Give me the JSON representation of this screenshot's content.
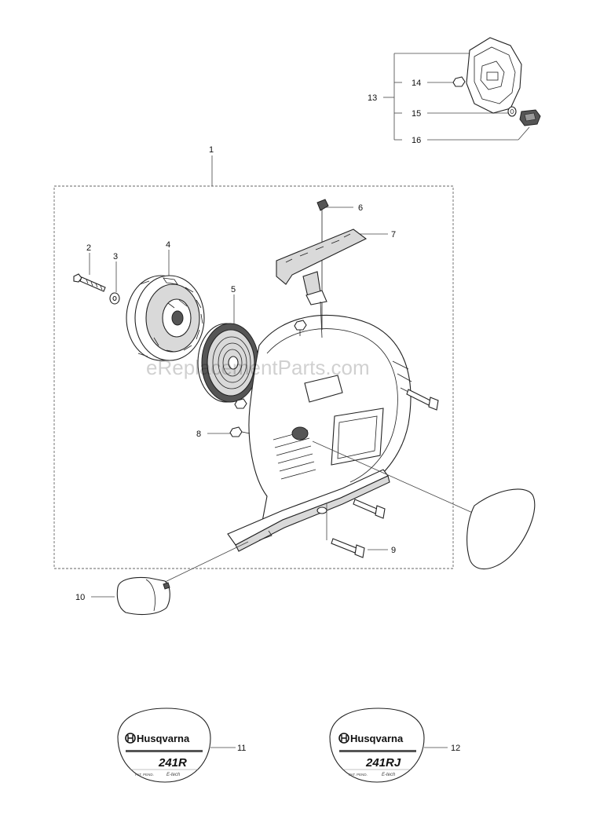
{
  "callouts": {
    "c1": "1",
    "c2": "2",
    "c3": "3",
    "c4": "4",
    "c5": "5",
    "c6": "6",
    "c7": "7",
    "c8": "8",
    "c9": "9",
    "c10": "10",
    "c11": "11",
    "c12": "12",
    "c13": "13",
    "c14": "14",
    "c15": "15",
    "c16": "16"
  },
  "decals": {
    "decal_11": {
      "brand": "Husqvarna",
      "model": "241R",
      "fine_print": "PAT. PEND.",
      "tech": "E-tech"
    },
    "decal_12": {
      "brand": "Husqvarna",
      "model": "241RJ",
      "fine_print": "PAT. PEND.",
      "tech": "E-tech"
    }
  },
  "watermark": "eReplacementParts.com",
  "colors": {
    "line": "#222222",
    "leader": "#444444",
    "fill_gray": "#d9d9d9",
    "box_dash": "#666666"
  }
}
